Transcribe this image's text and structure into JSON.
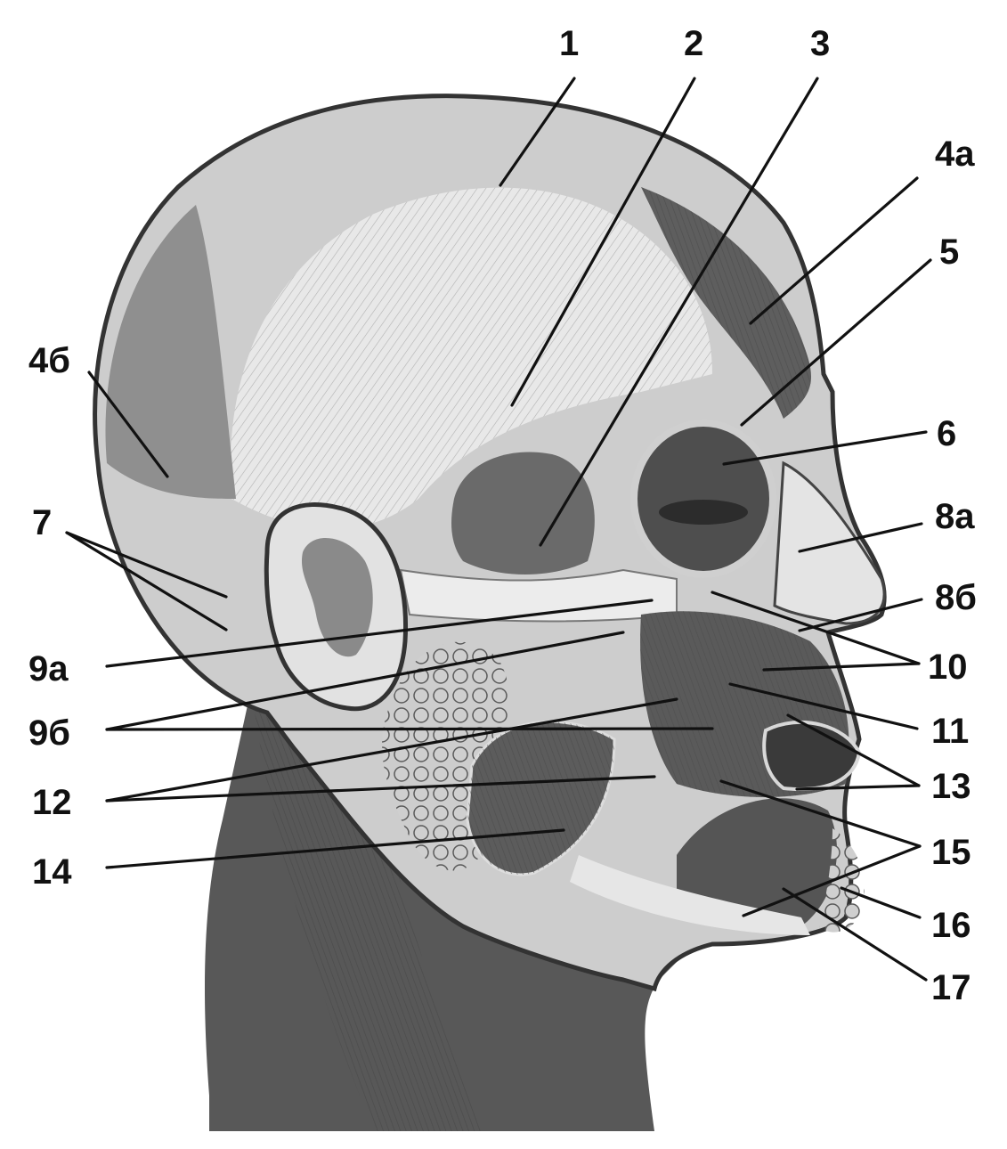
{
  "labels": {
    "l1": "1",
    "l2": "2",
    "l3": "3",
    "l4a": "4а",
    "l4b": "4б",
    "l5": "5",
    "l6": "6",
    "l7": "7",
    "l8a": "8а",
    "l8b": "8б",
    "l9a": "9а",
    "l9b": "9б",
    "l10": "10",
    "l11": "11",
    "l12": "12",
    "l13": "13",
    "l14": "14",
    "l15": "15",
    "l16": "16",
    "l17": "17"
  },
  "colors": {
    "ink": "#111111",
    "skin": "#d6d6d6",
    "muscle": "#6a6a6a",
    "tendon": "#e6e6e6",
    "shadow": "#3c3c3c"
  }
}
